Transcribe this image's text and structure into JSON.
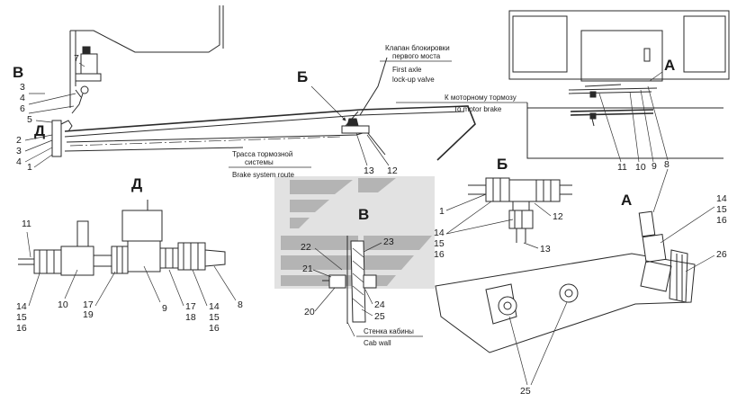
{
  "views": {
    "main": "Б",
    "detail_b": "Б",
    "detail_d_main": "Д",
    "detail_d": "Д",
    "detail_a_main": "А",
    "detail_a": "А",
    "detail_v_main": "В",
    "detail_v": "В"
  },
  "captions": {
    "valve_ru_1": "Клапан блокировки",
    "valve_ru_2": "первого моста",
    "valve_en_1": "First axle",
    "valve_en_2": "lock-up valve",
    "motor_ru": "К моторному тормозу",
    "motor_en": "To motor brake",
    "route_ru_1": "Трасса тормозной",
    "route_ru_2": "системы",
    "route_en": "Brake system route",
    "wall_ru": "Стенка кабины",
    "wall_en": "Cab wall"
  },
  "callouts": {
    "main_left": [
      "7",
      "3",
      "4",
      "6",
      "5",
      "2",
      "3",
      "4",
      "1"
    ],
    "main_mid": [
      "13",
      "12"
    ],
    "top_right": [
      "11",
      "10",
      "9",
      "8"
    ],
    "detail_d": [
      "11",
      "10",
      "9",
      "8",
      "17",
      "19",
      "17",
      "18",
      "14",
      "15",
      "16",
      "14",
      "15",
      "16"
    ],
    "detail_b": [
      "1",
      "12",
      "14",
      "15",
      "16",
      "13"
    ],
    "detail_v": [
      "22",
      "23",
      "21",
      "24",
      "20",
      "25"
    ],
    "detail_a": [
      "14",
      "15",
      "16",
      "26",
      "25"
    ]
  },
  "watermark": {
    "color": "#b4b4b4"
  }
}
